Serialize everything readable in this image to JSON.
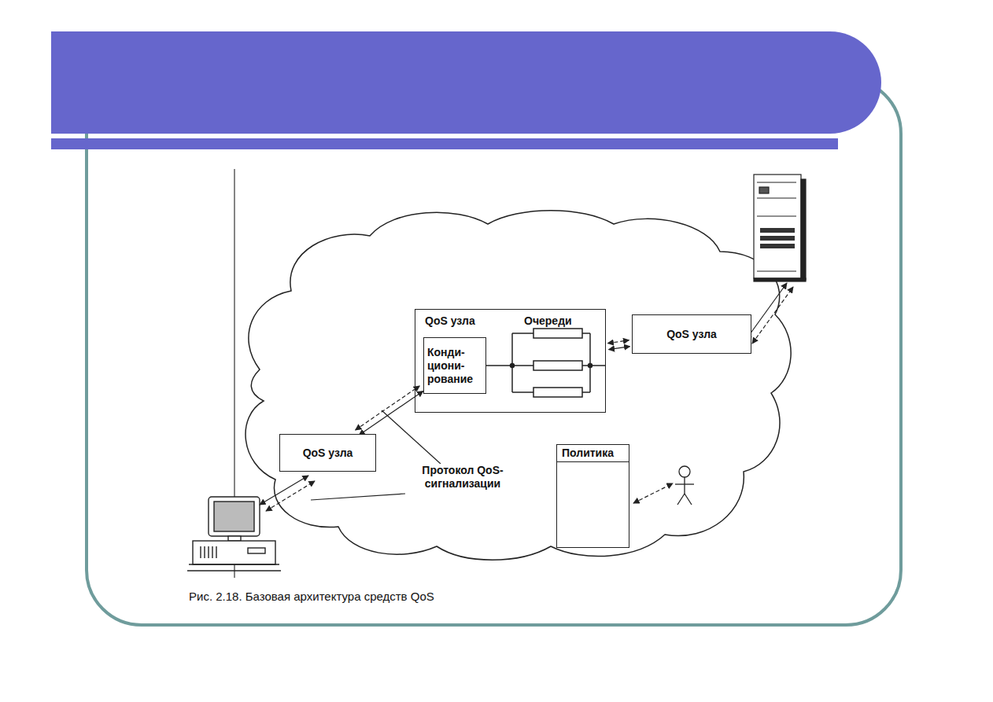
{
  "diagram": {
    "caption": "Рис. 2.18. Базовая архитектура средств QoS",
    "nodes": [
      {
        "text": [
          "QoS узла",
          "Очереди"
        ]
      },
      {
        "text": [
          "Конди- циони- рование"
        ],
        "in": 0
      },
      {
        "text": [
          "QoS узла"
        ]
      },
      {
        "text": [
          "QoS узла"
        ]
      },
      {
        "text": [
          "Политика"
        ]
      }
    ],
    "edges": [
      {
        "from": 3,
        "to": 1,
        "arrow": "both"
      },
      {
        "from": 0,
        "to": 2,
        "arrow": "both"
      }
    ],
    "labels": [
      "Протокол QoS-сигнализации"
    ]
  }
}
